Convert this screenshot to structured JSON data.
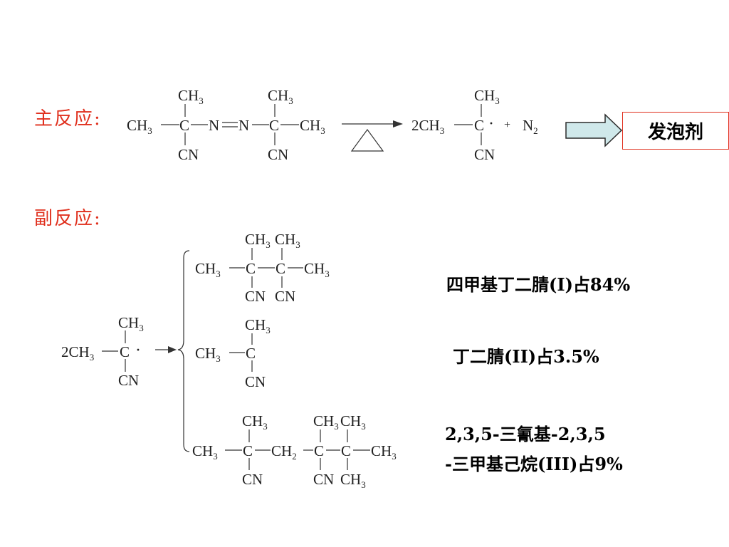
{
  "main_reaction": {
    "label": "主反应:",
    "reactant_label": "CH3—C—N=N—C—CH3 (CH3 / CN substituted azo compound)",
    "product_label": "2CH3—C· + N2",
    "heat_symbol": "△",
    "result_box": "发泡剂"
  },
  "side_reaction": {
    "label": "副反应:"
  },
  "notes": {
    "tmsn": "四甲基丁二腈(I)占84%",
    "succ": "丁二腈(II)占3.5%",
    "hex_line1": "2,3,5-三氰基-2,3,5",
    "hex_line2": "-三甲基己烷(III)占9%"
  },
  "colors": {
    "label_red": "#e0301e",
    "arrow_fill": "#cfe8ea",
    "arrow_stroke": "#2a2a2a"
  }
}
